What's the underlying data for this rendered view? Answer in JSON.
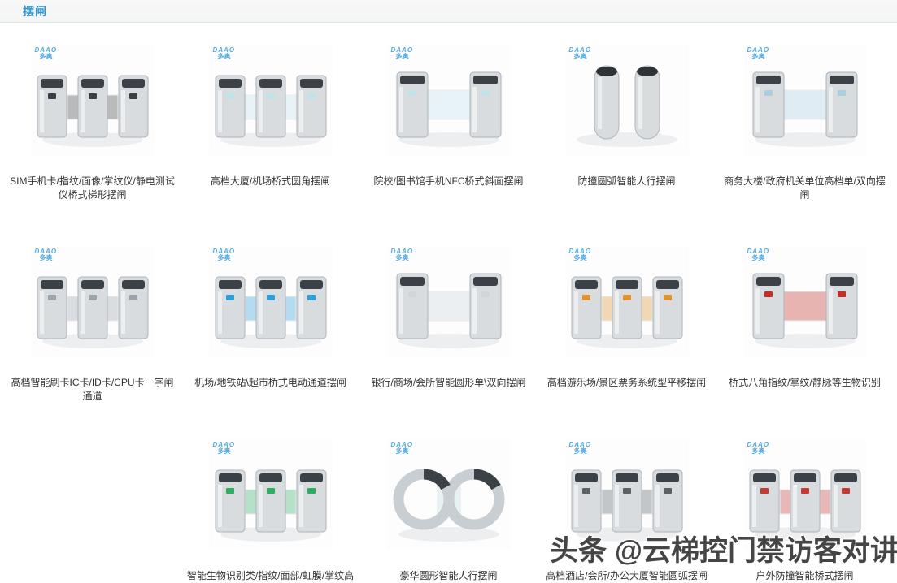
{
  "header": {
    "title": "摆闸"
  },
  "brand": {
    "name": "DAAO",
    "cn": "多奥"
  },
  "watermark": {
    "text": "头条 @云梯控门禁访客对讲"
  },
  "colors": {
    "category_title": "#3093c9",
    "brand_logo": "#55aade",
    "caption_text": "#333333"
  },
  "products": [
    {
      "caption": "SIM手机卡/指纹/面像/掌纹仪/静电测试仪桥式梯形摆闸",
      "variant": "pillars3",
      "accent": "#3a3f44"
    },
    {
      "caption": "高档大厦/机场桥式圆角摆闸",
      "variant": "pillars3",
      "accent": "#bfe3e8"
    },
    {
      "caption": "院校/图书馆手机NFC桥式斜面摆闸",
      "variant": "pillars2",
      "accent": "#bfe3e8"
    },
    {
      "caption": "防撞圆弧智能人行摆闸",
      "variant": "oval2",
      "accent": "#2e3338"
    },
    {
      "caption": "商务大楼/政府机关单位高档单/双向摆闸",
      "variant": "pillars2",
      "accent": "#a8cfe0"
    },
    {
      "caption": "高档智能刷卡IC卡/ID卡/CPU卡一字闸通道",
      "variant": "pillars3",
      "accent": "#9aa4ab"
    },
    {
      "caption": "机场/地铁站\\超市桥式电动通道摆闸",
      "variant": "pillars3",
      "accent": "#2f9fd8"
    },
    {
      "caption": "银行/商场/会所智能圆形单\\双向摆闸",
      "variant": "pillars2",
      "accent": "#cfd6da"
    },
    {
      "caption": "高档游乐场/景区票务系统型平移摆闸",
      "variant": "pillars3",
      "accent": "#e0922f"
    },
    {
      "caption": "桥式八角指纹/掌纹/静脉等生物识别",
      "variant": "pillars2",
      "accent": "#c03028"
    },
    {
      "caption": "智能生物识别类/指纹/面部/虹膜/掌纹高",
      "variant": "pillars3",
      "accent": "#2fae62"
    },
    {
      "caption": "豪华圆形智能人行摆闸",
      "variant": "rings",
      "accent": "#cfe4ea"
    },
    {
      "caption": "高档酒店/会所/办公大厦智能圆弧摆闸",
      "variant": "pillars3",
      "accent": "#5a6268"
    },
    {
      "caption": "户外防撞智能桥式摆闸",
      "variant": "pillars3",
      "accent": "#c23b34"
    }
  ]
}
